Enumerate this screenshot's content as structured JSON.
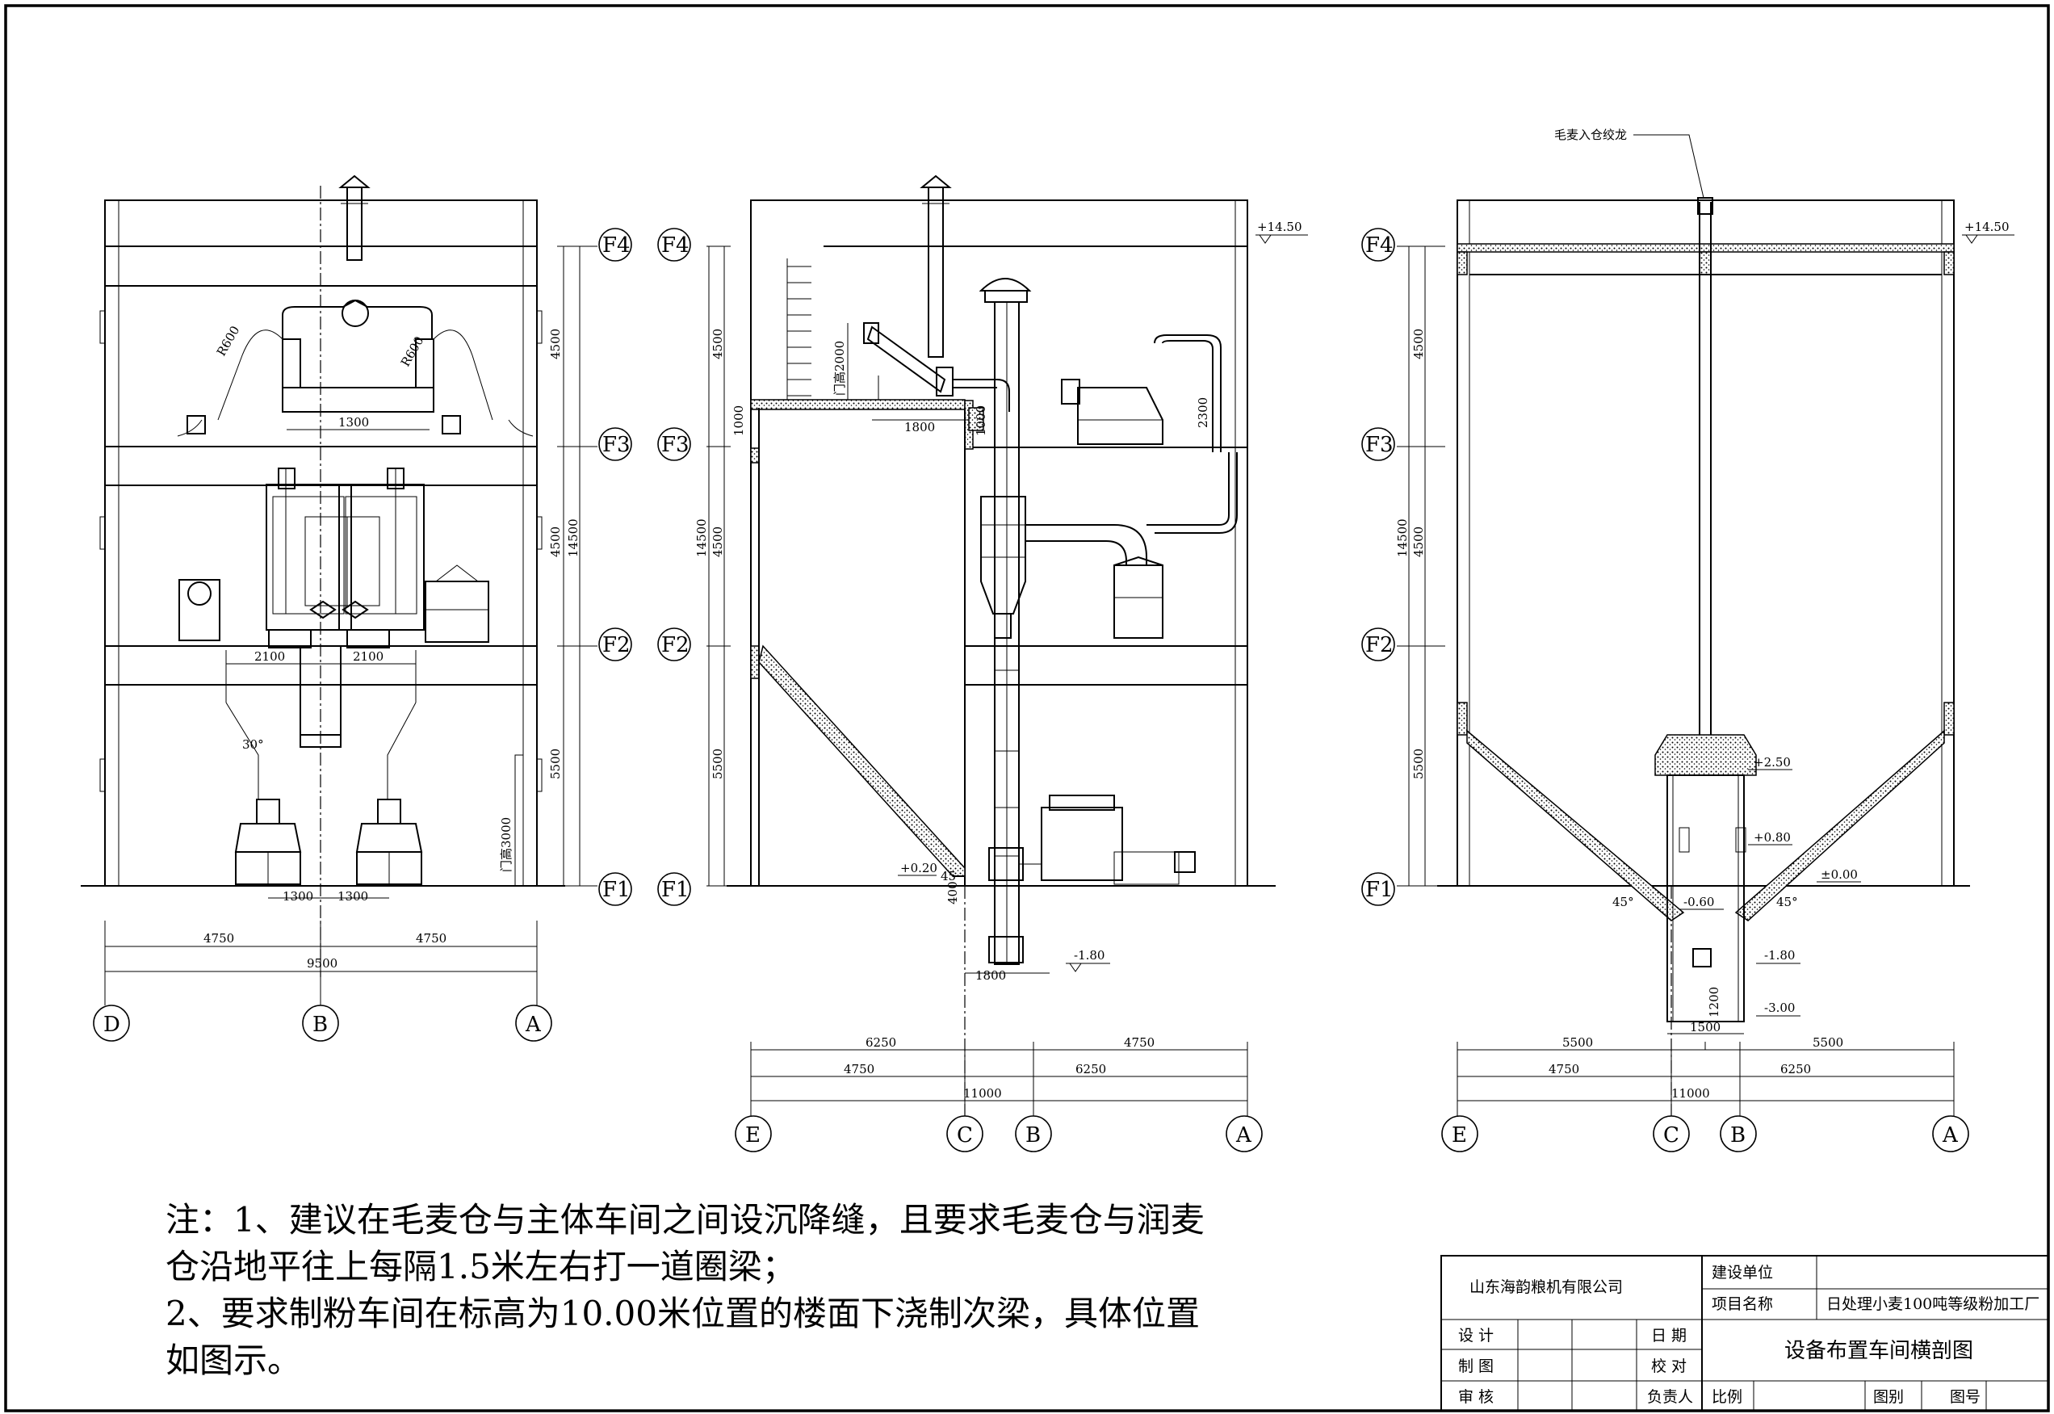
{
  "floors": [
    "F1",
    "F2",
    "F3",
    "F4"
  ],
  "axes": {
    "left": [
      "D",
      "B",
      "A"
    ],
    "middle": [
      "E",
      "C",
      "B",
      "A"
    ],
    "right": [
      "E",
      "C",
      "B",
      "A"
    ]
  },
  "dimensions": {
    "floor_heights": [
      "5500",
      "4500",
      "4500"
    ],
    "total_height": "14500",
    "left_horizontal": [
      "4750",
      "4750",
      "9500",
      "2100",
      "2100",
      "1300",
      "1300",
      "1300"
    ],
    "pipe_radius": "R600",
    "angle_30": "30°",
    "door_height_3000": "门高3000",
    "door_height_2000": "门高2000",
    "mid_top_row": [
      "6250",
      "4750"
    ],
    "mid_bottom_row": [
      "4750",
      "6250"
    ],
    "total_width": "11000",
    "mid_1800_top": "1800",
    "mid_1800_bottom": "1800",
    "mid_2300": "2300",
    "mid_1000": "1000",
    "mid_400": "400",
    "mid_45": "45",
    "right_top_row": [
      "5500",
      "5500"
    ],
    "right_bottom_row": [
      "4750",
      "6250"
    ],
    "right_1500": "1500",
    "right_1200": "1200",
    "right_45": "45°"
  },
  "elevations": {
    "top": "+14.50",
    "mid_020": "+0.20",
    "mid_m180": "-1.80",
    "r_250": "+2.50",
    "r_080": "+0.80",
    "r_000": "±0.00",
    "r_m060": "-0.60",
    "r_m180": "-1.80",
    "r_m300": "-3.00"
  },
  "callout": "毛麦入仓绞龙",
  "notes": [
    "注：1、建议在毛麦仓与主体车间之间设沉降缝，且要求毛麦仓与润麦",
    "仓沿地平往上每隔1.5米左右打一道圈梁；",
    "2、要求制粉车间在标高为10.00米位置的楼面下浇制次梁，具体位置",
    "如图示。"
  ],
  "title_block": {
    "company": "山东海韵粮机有限公司",
    "client_label": "建设单位",
    "client_value": "",
    "project_label": "项目名称",
    "project_value": "日处理小麦100吨等级粉加工厂",
    "drawing_title": "设备布置车间横剖图",
    "design": "设 计",
    "drafting": "制 图",
    "review": "审 核",
    "date": "日 期",
    "check": "校 对",
    "responsible": "负责人",
    "scale": "比例",
    "category": "图别",
    "number": "图号"
  }
}
